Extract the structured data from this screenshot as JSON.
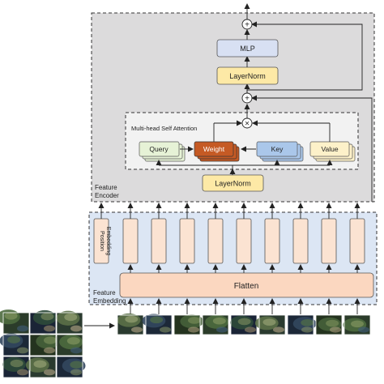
{
  "colors": {
    "encoder_bg": "#dcdbdc",
    "embedding_bg": "#dce6f4",
    "mlp_fill": "#d8e0f3",
    "layernorm_fill": "#fde9a6",
    "query_fill": "#e6f2d6",
    "weight_fill": "#c55a24",
    "key_fill": "#aac7ea",
    "value_fill": "#fdf1c9",
    "token_fill": "#fbe3d2",
    "flatten_fill": "#fbd7c0"
  },
  "labels": {
    "mlp": "MLP",
    "layernorm_top": "LayerNorm",
    "layernorm_bottom": "LayerNorm",
    "attention_title": "Multi-head Self Attention",
    "query": "Query",
    "weight": "Weight",
    "key": "Key",
    "value": "Value",
    "encoder_line1": "Feature",
    "encoder_line2": "Encoder",
    "position_embedding_line1": "Position",
    "position_embedding_line2": "Embedding",
    "flatten": "Flatten",
    "embedding_line1": "Feature",
    "embedding_line2": "Embedding"
  },
  "symbols": {
    "add_top": "+",
    "add_mid": "+",
    "multiply": "×"
  },
  "images": {
    "grid_tiles": 9,
    "strip_tiles": 9,
    "tile_semantic": "satellite-image-patch"
  }
}
